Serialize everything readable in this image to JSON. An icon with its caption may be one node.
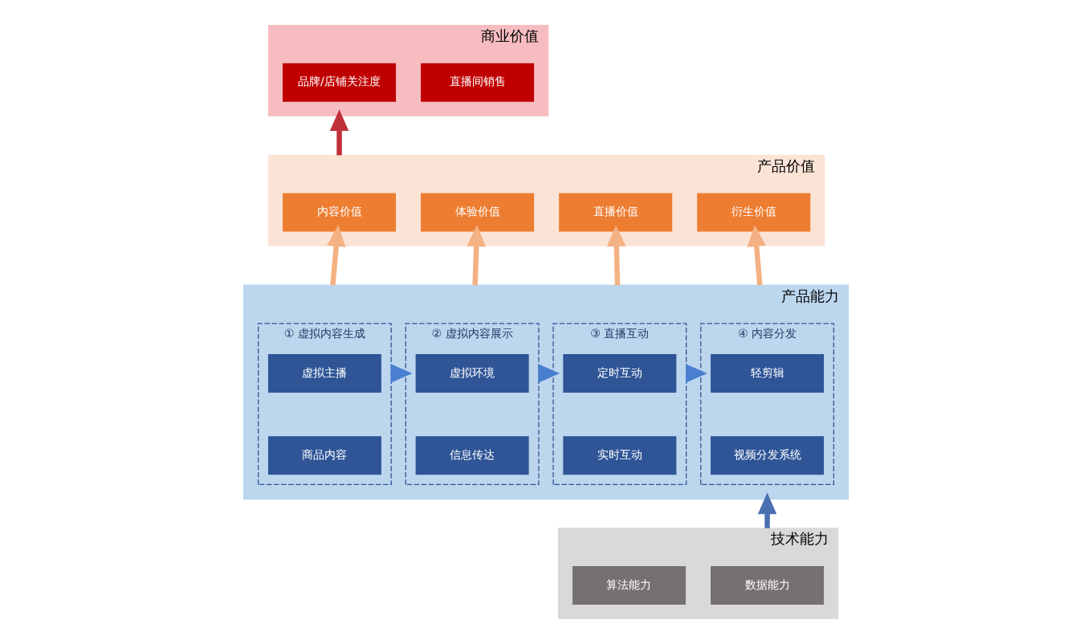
{
  "diagram": {
    "nodes": [
      {
        "text": [
          "商业价值"
        ]
      },
      {
        "text": [
          "直播间销售"
        ],
        "in": 0
      },
      {
        "text": [
          "品牌/店铺关注度"
        ],
        "in": 0
      },
      {
        "text": [
          "产品价值"
        ]
      },
      {
        "text": [
          "内容价值"
        ],
        "in": 3
      },
      {
        "text": [
          "体验价值"
        ],
        "in": 3
      },
      {
        "text": [
          "直播价值"
        ],
        "in": 3
      },
      {
        "text": [
          "衍生价值"
        ],
        "in": 3
      },
      {
        "text": [
          "产品能力"
        ]
      },
      {
        "text": [
          "① 虚拟内容生成"
        ],
        "in": 8
      },
      {
        "text": [
          "虚拟主播"
        ],
        "in": 9
      },
      {
        "text": [
          "商品内容"
        ],
        "in": 9
      },
      {
        "text": [
          "② 虚拟内容展示"
        ],
        "in": 8
      },
      {
        "text": [
          "虚拟环境"
        ],
        "in": 12
      },
      {
        "text": [
          "信息传达"
        ],
        "in": 12
      },
      {
        "text": [
          "③ 直播互动"
        ],
        "in": 8
      },
      {
        "text": [
          "定时互动"
        ],
        "in": 15
      },
      {
        "text": [
          "实时互动"
        ],
        "in": 15
      },
      {
        "text": [
          "④ 内容分发"
        ],
        "in": 8
      },
      {
        "text": [
          "轻剪辑"
        ],
        "in": 18
      },
      {
        "text": [
          "视频分发系统"
        ],
        "in": 18
      },
      {
        "text": [
          "技术能力"
        ]
      },
      {
        "text": [
          "数据能力"
        ],
        "in": 21
      },
      {
        "text": [
          "算法能力"
        ],
        "in": 21
      }
    ],
    "edges": [
      {
        "from": 21,
        "to": 8,
        "arrow": "to",
        "color": "#4a6fb0"
      },
      {
        "from": 9,
        "to": 12,
        "arrow": "to",
        "color": "#4a7fd0"
      },
      {
        "from": 12,
        "to": 15,
        "arrow": "to",
        "color": "#4a7fd0"
      },
      {
        "from": 15,
        "to": 18,
        "arrow": "to",
        "color": "#4a7fd0"
      },
      {
        "from": 8,
        "to": 4,
        "arrow": "to"
      },
      {
        "from": 8,
        "to": 5,
        "arrow": "to"
      },
      {
        "from": 8,
        "to": 6,
        "arrow": "to"
      },
      {
        "from": 8,
        "to": 7,
        "arrow": "to"
      },
      {
        "from": 3,
        "to": 0,
        "arrow": "to",
        "color": "#c0303a"
      }
    ]
  }
}
